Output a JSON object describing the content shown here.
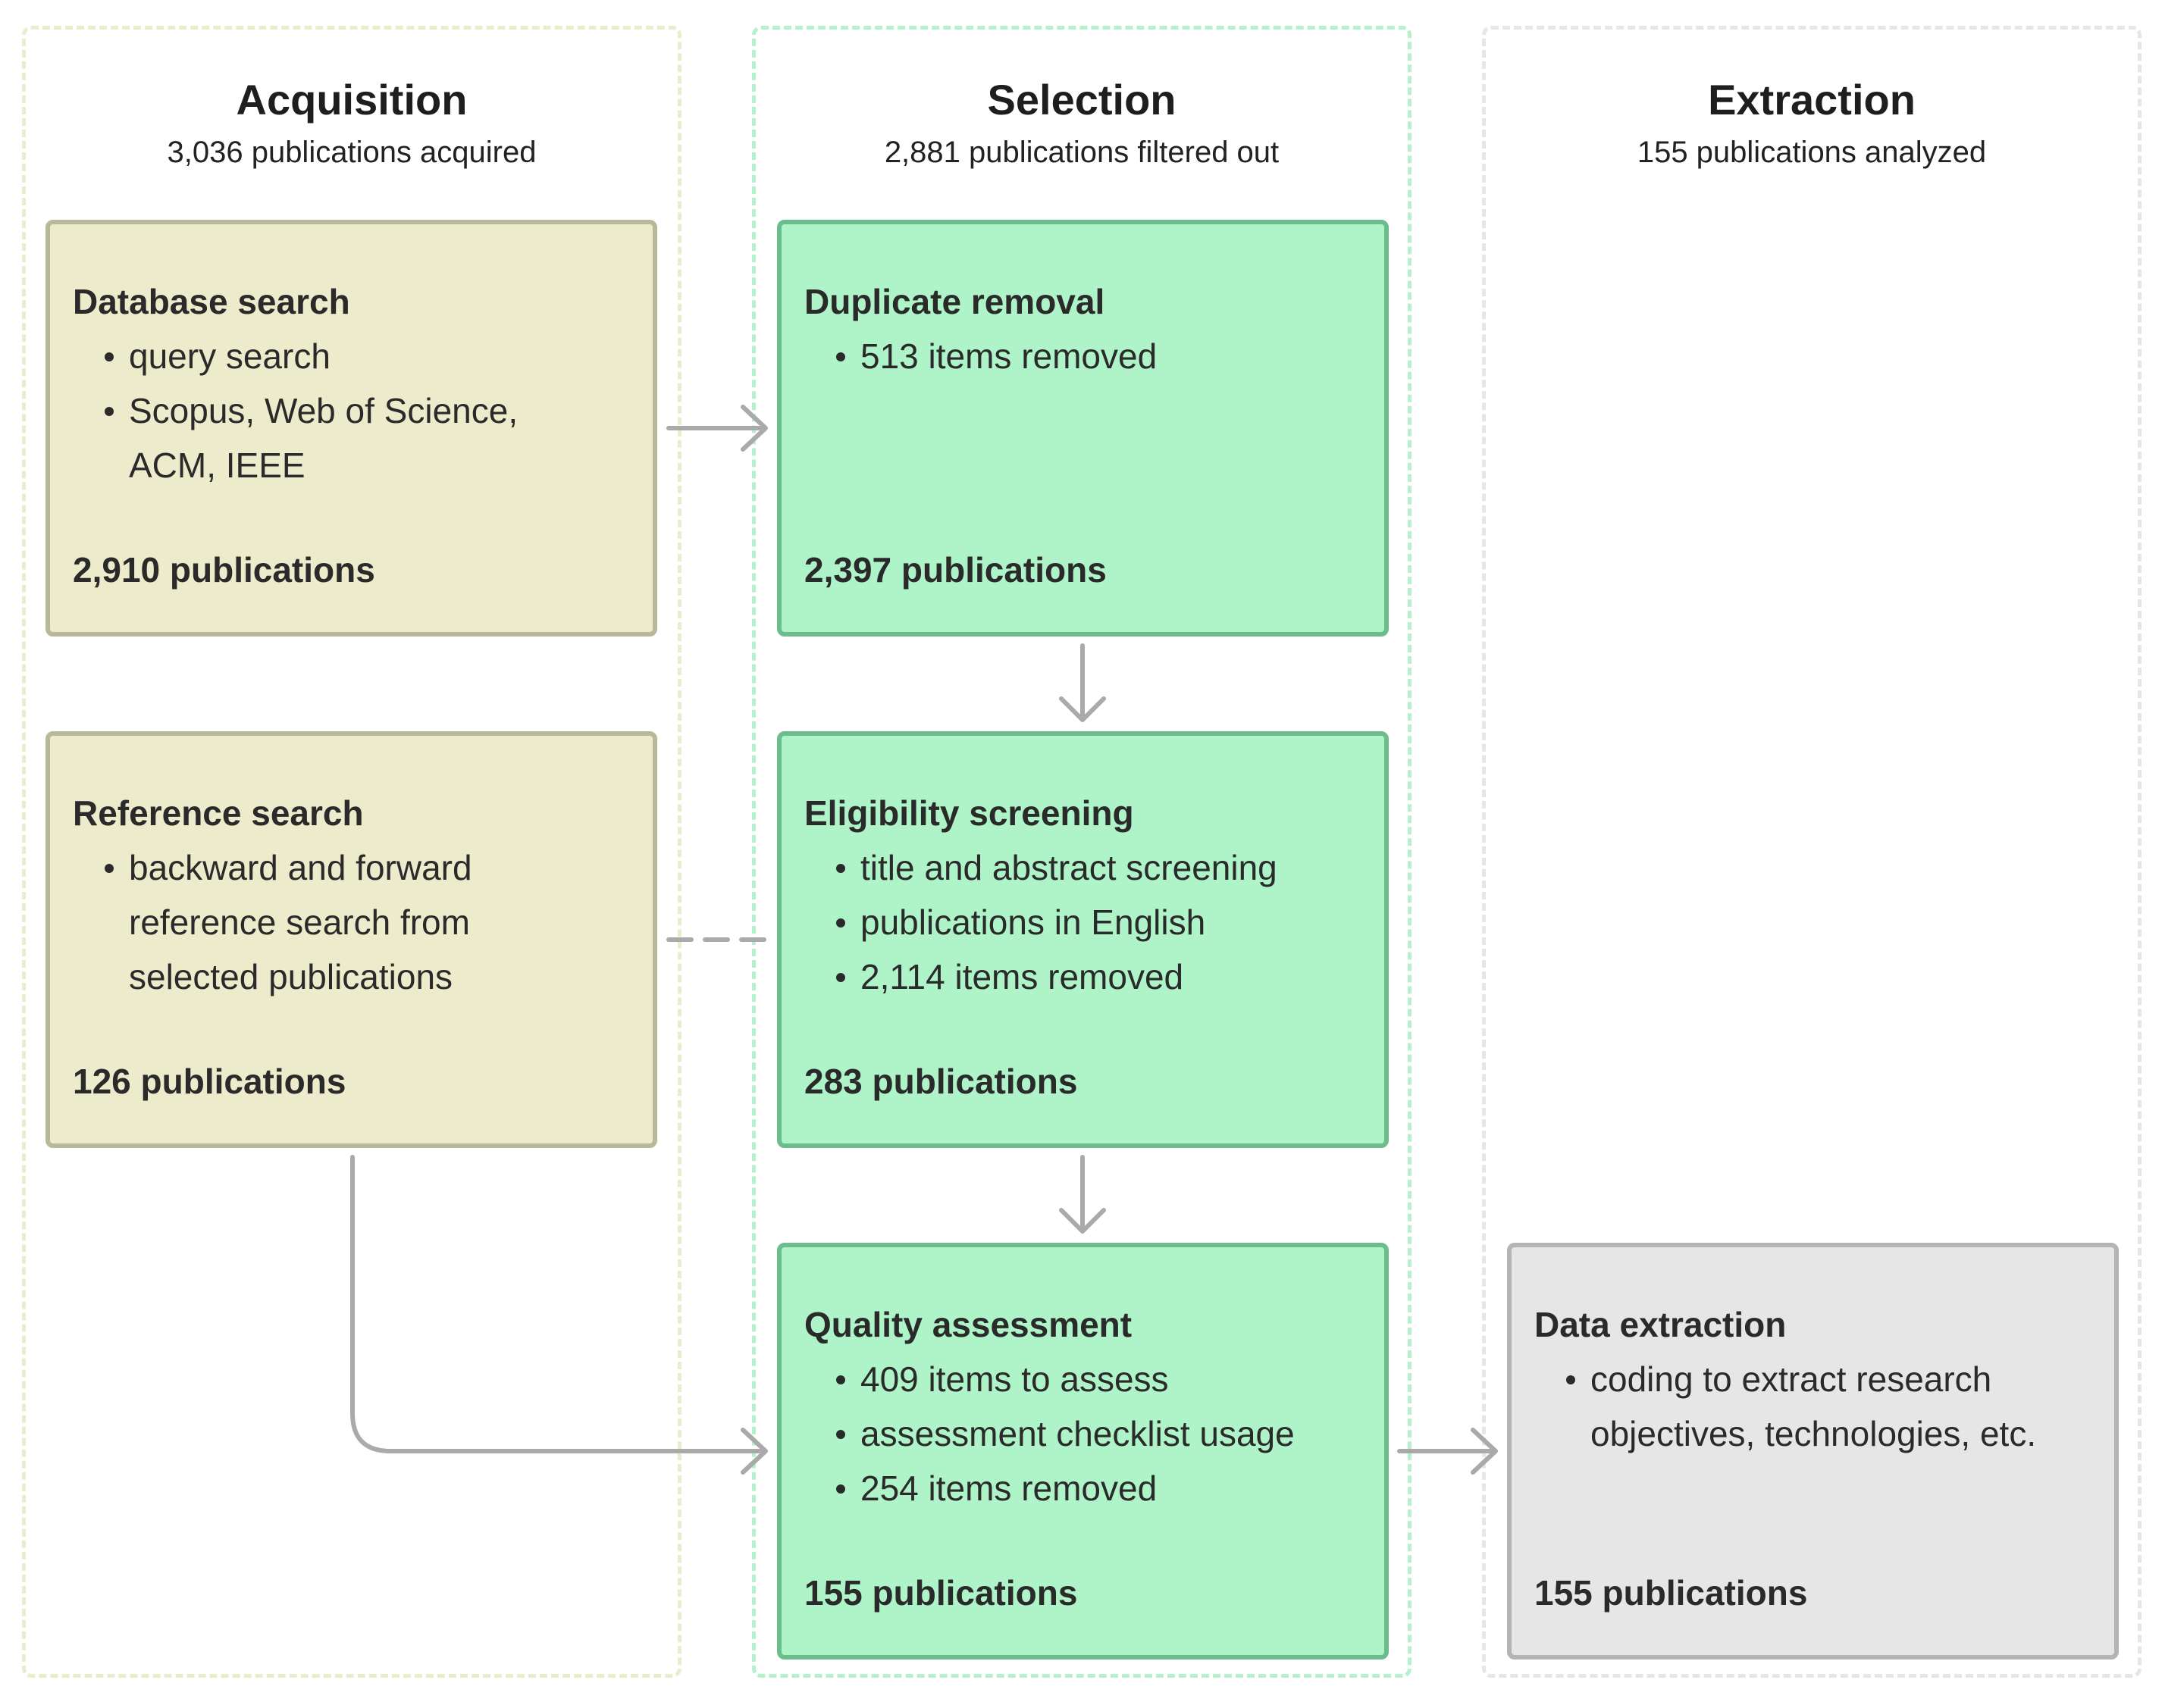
{
  "columns": {
    "acquisition": {
      "title": "Acquisition",
      "subtitle": "3,036 publications acquired"
    },
    "selection": {
      "title": "Selection",
      "subtitle": "2,881 publications filtered out"
    },
    "extraction": {
      "title": "Extraction",
      "subtitle": "155 publications analyzed"
    }
  },
  "boxes": {
    "database_search": {
      "title": "Database search",
      "items": [
        "query search",
        "Scopus, Web of Science,",
        "ACM, IEEE"
      ],
      "count": "2,910 publications"
    },
    "reference_search": {
      "title": "Reference search",
      "items": [
        "backward and forward",
        "reference search from",
        "selected publications"
      ],
      "count": "126 publications"
    },
    "duplicate_removal": {
      "title": "Duplicate removal",
      "items": [
        "513 items removed"
      ],
      "count": "2,397 publications"
    },
    "eligibility_screening": {
      "title": "Eligibility screening",
      "items": [
        "title and abstract screening",
        "publications in English",
        "2,114 items removed"
      ],
      "count": "283 publications"
    },
    "quality_assessment": {
      "title": "Quality assessment",
      "items": [
        "409 items to assess",
        "assessment checklist usage",
        "254 items removed"
      ],
      "count": "155 publications"
    },
    "data_extraction": {
      "title": "Data extraction",
      "items": [
        "coding to extract research",
        "objectives, technologies, etc."
      ],
      "count": "155 publications"
    }
  },
  "colors": {
    "acquisition_fill": "#ecebcb",
    "selection_fill": "#aef4c8",
    "extraction_fill": "#e6e6e6",
    "connector": "#aaaaaa"
  }
}
